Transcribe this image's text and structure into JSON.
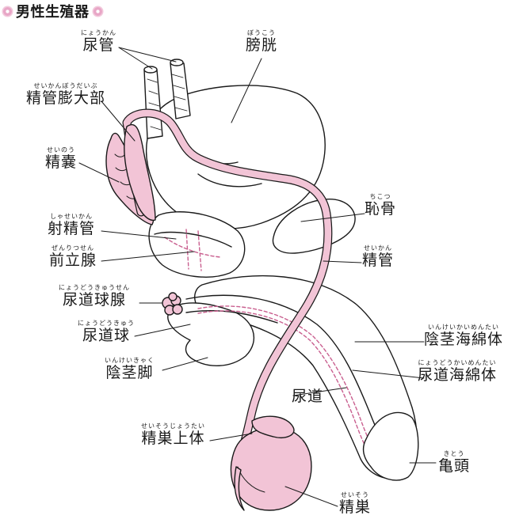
{
  "title": "男性生殖器",
  "colors": {
    "pink": "#f2c4d6",
    "pink_dark": "#c98aa8",
    "line": "#1a1a1a",
    "title_dot": "#e8a6c6"
  },
  "labels": {
    "ureter": {
      "text": "尿管",
      "ruby": "にょうかん"
    },
    "bladder": {
      "text": "膀胱",
      "ruby": "ぼうこう"
    },
    "ampulla": {
      "text": "精管膨大部",
      "ruby": "せいかんぼうだいぶ"
    },
    "seminal_vesicle": {
      "text": "精嚢",
      "ruby": "せいのう"
    },
    "pubis": {
      "text": "恥骨",
      "ruby": "ちこつ"
    },
    "ejaculatory_duct": {
      "text": "射精管",
      "ruby": "しゃせいかん"
    },
    "prostate": {
      "text": "前立腺",
      "ruby": "ぜんりつせん"
    },
    "vas_deferens": {
      "text": "精管",
      "ruby": "せいかん"
    },
    "bulbourethral": {
      "text": "尿道球腺",
      "ruby": "にょうどうきゅうせん"
    },
    "bulb": {
      "text": "尿道球",
      "ruby": "にょうどうきゅう"
    },
    "corpus_cavernosum": {
      "text": "陰茎海綿体",
      "ruby": "いんけいかいめんたい"
    },
    "crus": {
      "text": "陰茎脚",
      "ruby": "いんけいきゃく"
    },
    "spongiosum": {
      "text": "尿道海綿体",
      "ruby": "にょうどうかいめんたい"
    },
    "urethra": {
      "text": "尿道",
      "ruby": ""
    },
    "epididymis": {
      "text": "精巣上体",
      "ruby": "せいそうじょうたい"
    },
    "glans": {
      "text": "亀頭",
      "ruby": "きとう"
    },
    "testis": {
      "text": "精巣",
      "ruby": "せいそう"
    }
  }
}
